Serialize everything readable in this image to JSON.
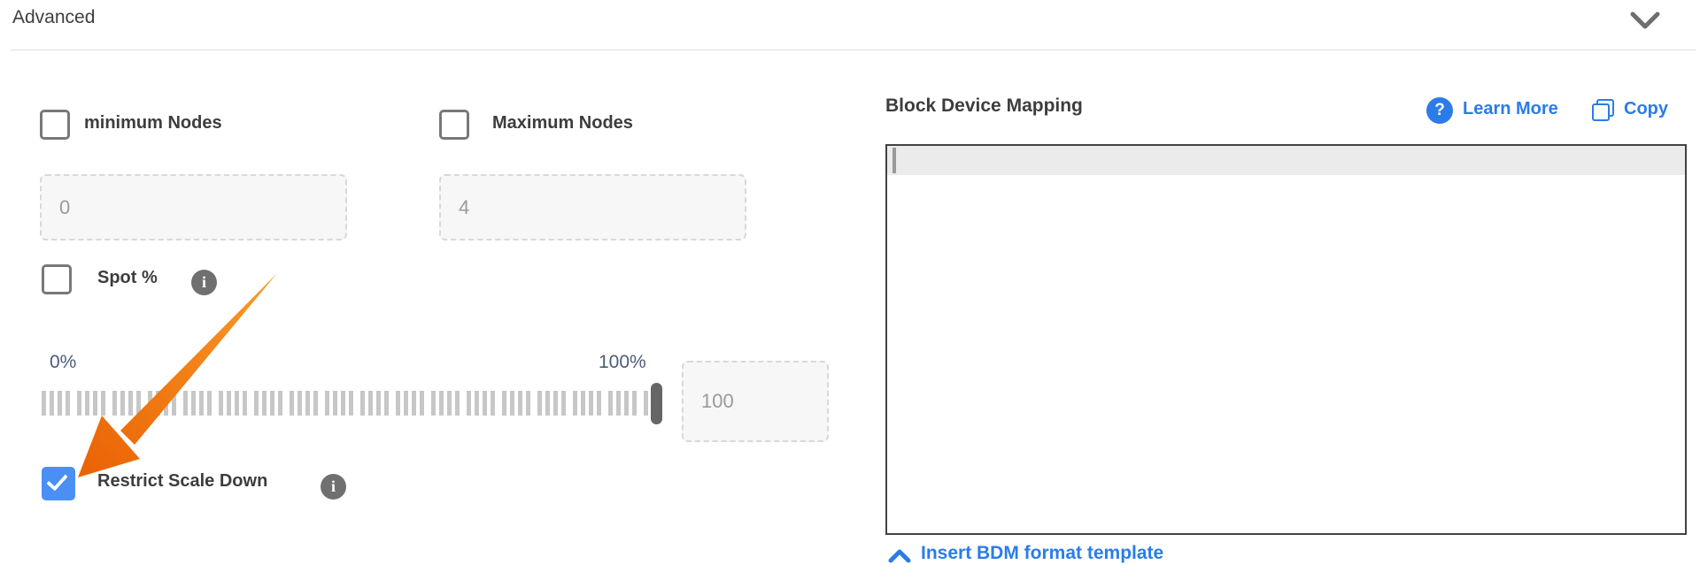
{
  "header": {
    "title": "Advanced"
  },
  "icons": {
    "info": "i",
    "question": "?"
  },
  "left_panel": {
    "min_nodes": {
      "label": "minimum Nodes",
      "value": "0",
      "checked": false
    },
    "max_nodes": {
      "label": "Maximum Nodes",
      "value": "4",
      "checked": false
    },
    "spot": {
      "label": "Spot %",
      "checked": false
    },
    "slider": {
      "min_label": "0%",
      "max_label": "100%",
      "value": "100"
    },
    "restrict_scale_down": {
      "label": "Restrict Scale Down",
      "checked": true
    }
  },
  "right_panel": {
    "title": "Block Device Mapping",
    "learn_more_label": "Learn More",
    "copy_label": "Copy",
    "editor_content": "",
    "insert_template_label": "Insert BDM format template"
  },
  "colors": {
    "link_blue": "#2b7ce9",
    "checkbox_checked_blue": "#4a90f4",
    "annotation_orange": "#f57c0b",
    "slider_label": "#4c5b78"
  }
}
